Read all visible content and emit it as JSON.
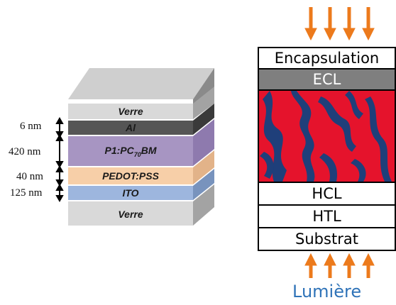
{
  "left_stack": {
    "layers": [
      {
        "label": "Verre"
      },
      {
        "label": "Al"
      },
      {
        "label_main": "P1:PC",
        "label_sub": "70",
        "label_end": "BM"
      },
      {
        "label": "PEDOT:PSS"
      },
      {
        "label": "ITO"
      },
      {
        "label": "Verre"
      }
    ],
    "thicknesses": [
      "6 nm",
      "420 nm",
      "40 nm",
      "125 nm"
    ]
  },
  "right_stack": {
    "layers": [
      "Encapsulation",
      "ECL",
      "HCL",
      "HTL",
      "Substrat"
    ],
    "bottom_label": "Lumière"
  },
  "colors": {
    "verre": "#d9d9d9",
    "al": "#555555",
    "active": "#a795c2",
    "pedot": "#f7cfa8",
    "ito": "#9db6de",
    "ecl": "#7f7f7f",
    "blend_red": "#e5132c",
    "blend_blue": "#1f3f7a",
    "arrow": "#ec7a1c",
    "lumiere": "#2f73b8"
  }
}
